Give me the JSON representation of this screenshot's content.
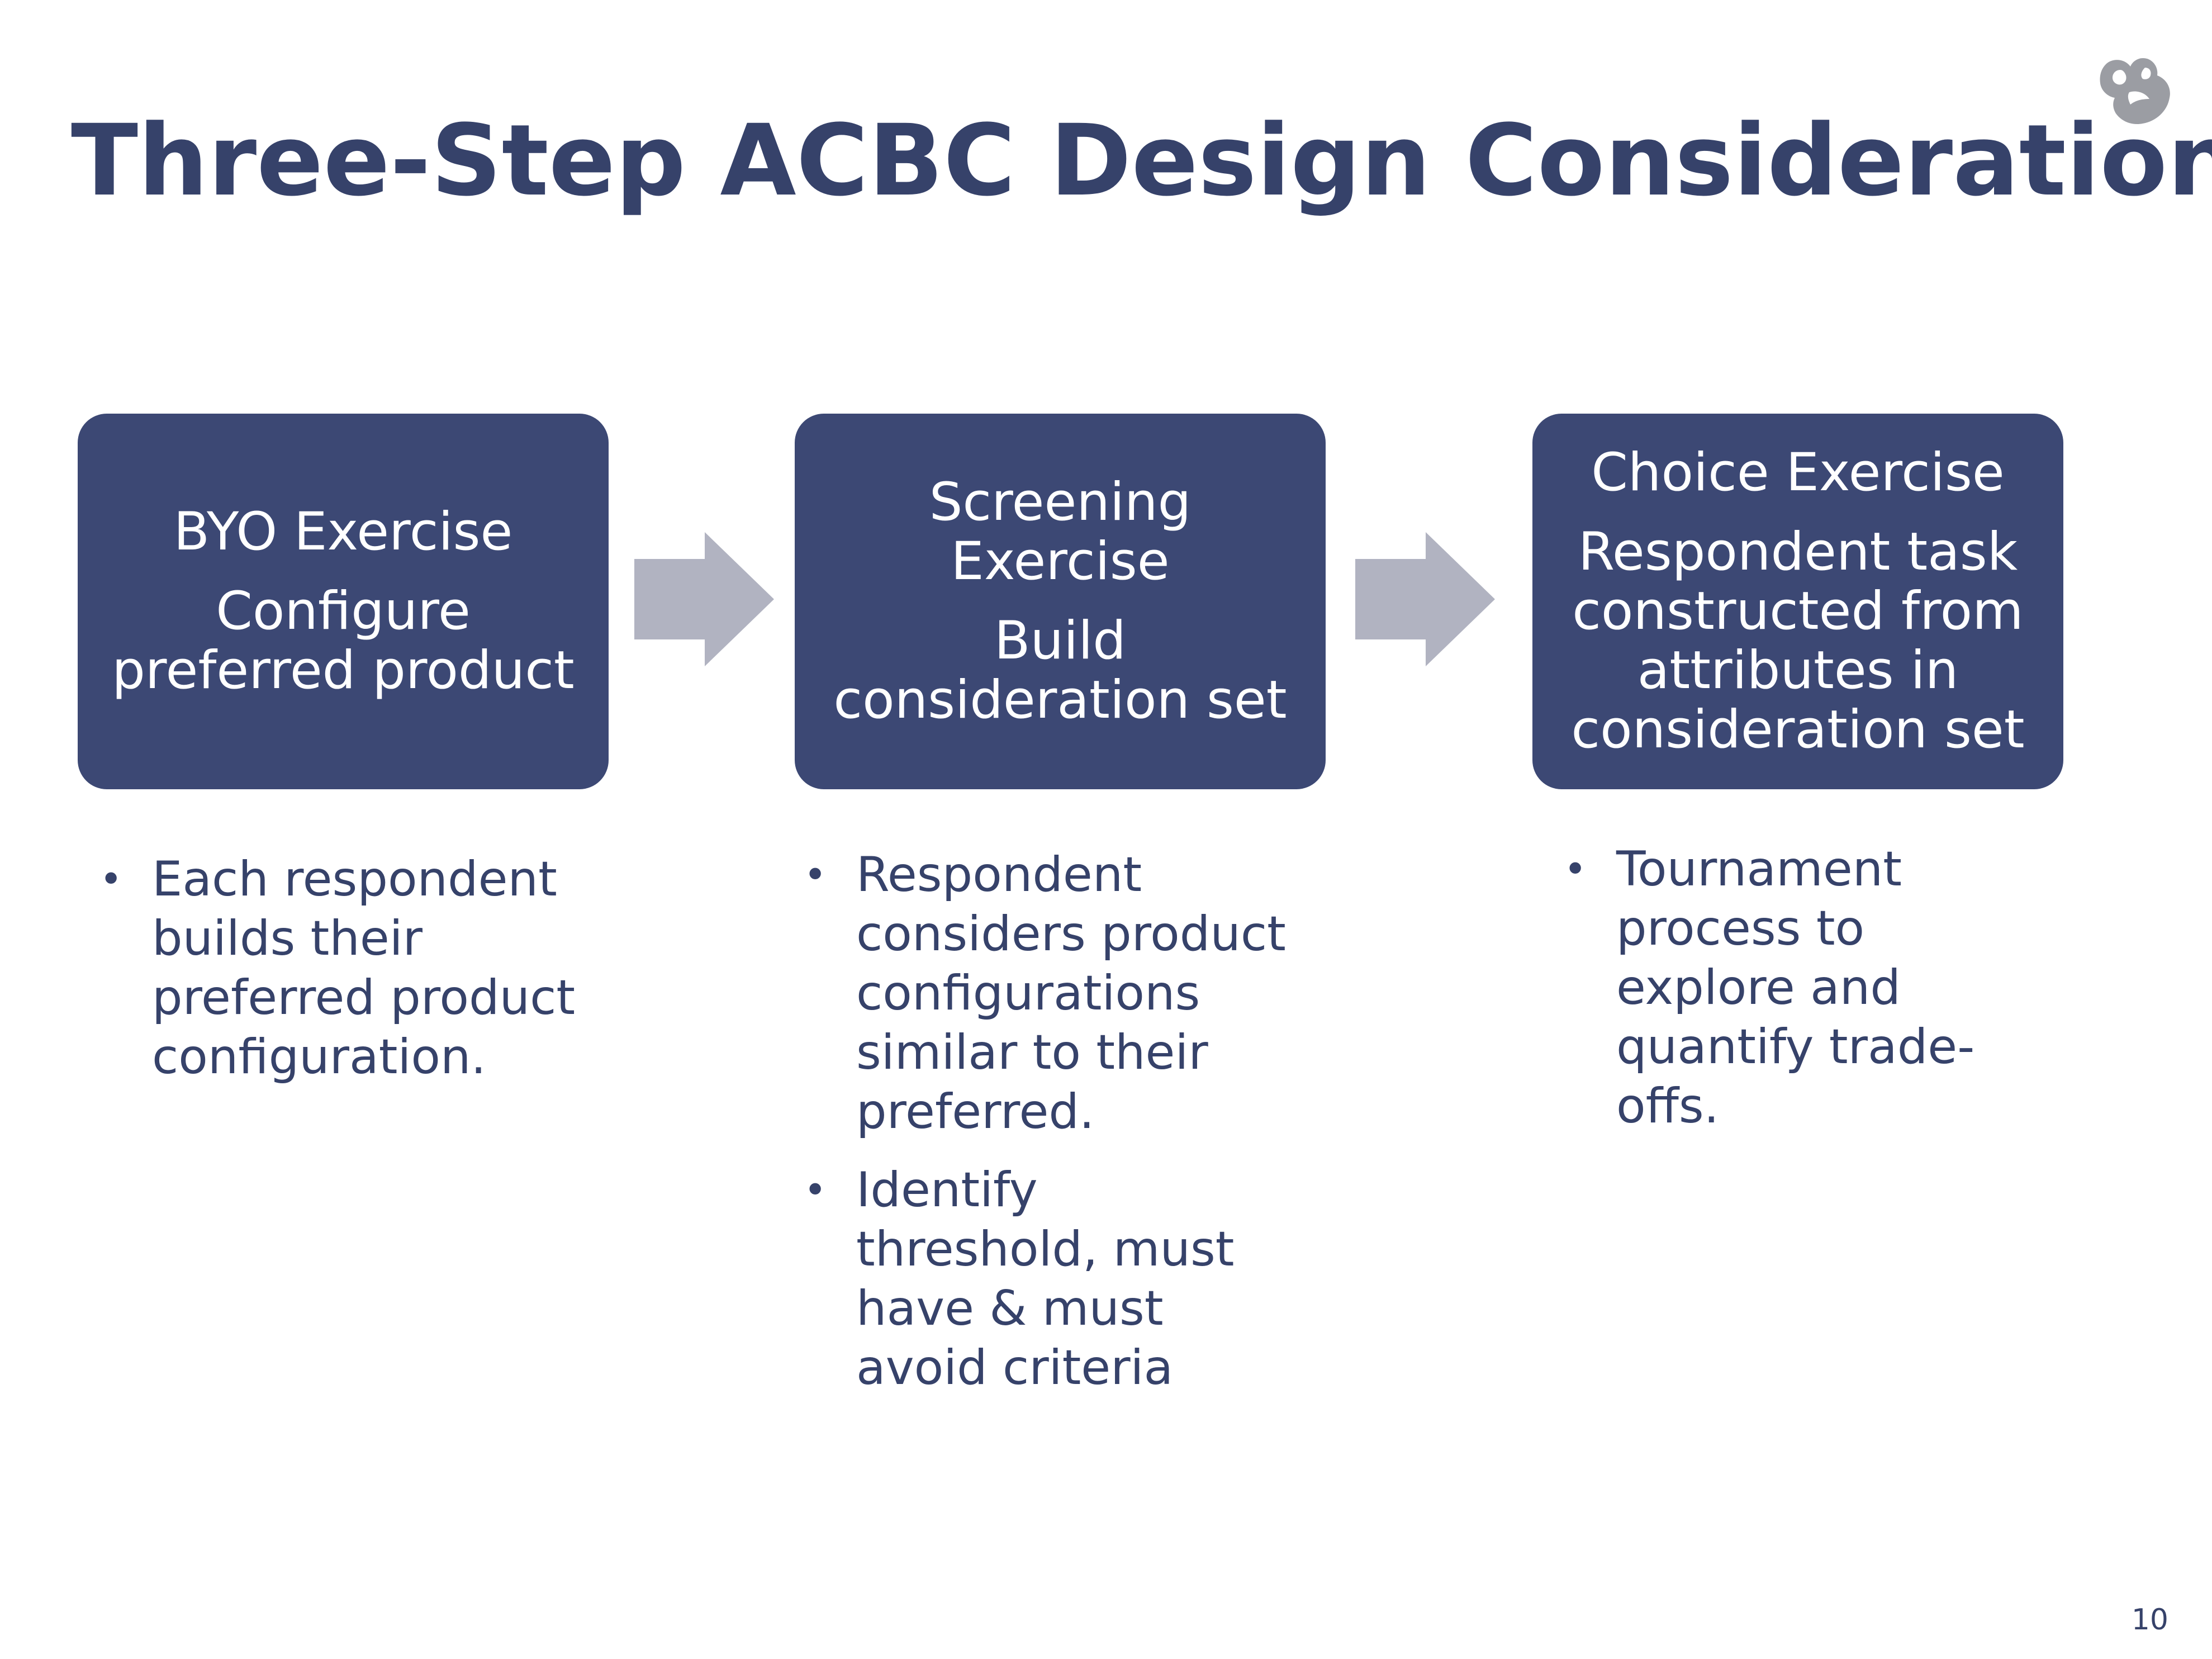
{
  "title": "Three-Step ACBC Design Considerations",
  "colors": {
    "title_text": "#36426a",
    "box_fill": "#3c4874",
    "box_text": "#ffffff",
    "arrow_fill": "#b1b3c1",
    "logo_fill": "#9b9da3"
  },
  "steps": [
    {
      "heading": "BYO Exercise",
      "description": "Configure preferred product",
      "bullets": [
        "Each respondent builds their preferred product configuration."
      ]
    },
    {
      "heading": "Screening Exercise",
      "description": "Build consideration set",
      "bullets": [
        "Respondent considers product configurations similar to their preferred.",
        "Identify threshold, must have & must avoid criteria"
      ]
    },
    {
      "heading": "Choice Exercise",
      "description": "Respondent task constructed from attributes in consideration set",
      "bullets": [
        "Tournament process to explore and quantify trade-offs."
      ]
    }
  ],
  "connectors": [
    "arrow-right-icon",
    "arrow-right-icon"
  ],
  "logo_icon": "bird-logo-icon",
  "page_number": "10"
}
